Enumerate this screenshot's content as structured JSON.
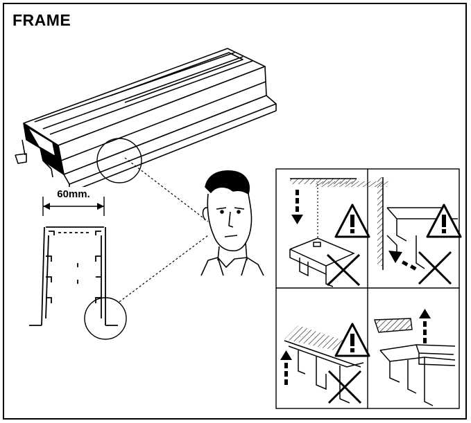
{
  "page": {
    "title": "FRAME"
  },
  "profile": {
    "width_label": "60mm."
  },
  "colors": {
    "ink": "#000000",
    "background": "#ffffff"
  },
  "panels": [
    {
      "id": "top-left",
      "icons": [
        "warning-icon",
        "cross-icon",
        "down-arrow-icon"
      ]
    },
    {
      "id": "top-right",
      "icons": [
        "warning-icon",
        "cross-icon",
        "diagonal-arrow-icon"
      ]
    },
    {
      "id": "bottom-left",
      "icons": [
        "warning-icon",
        "cross-icon",
        "up-arrow-icon"
      ]
    },
    {
      "id": "bottom-right",
      "icons": [
        "up-arrow-icon"
      ]
    }
  ]
}
